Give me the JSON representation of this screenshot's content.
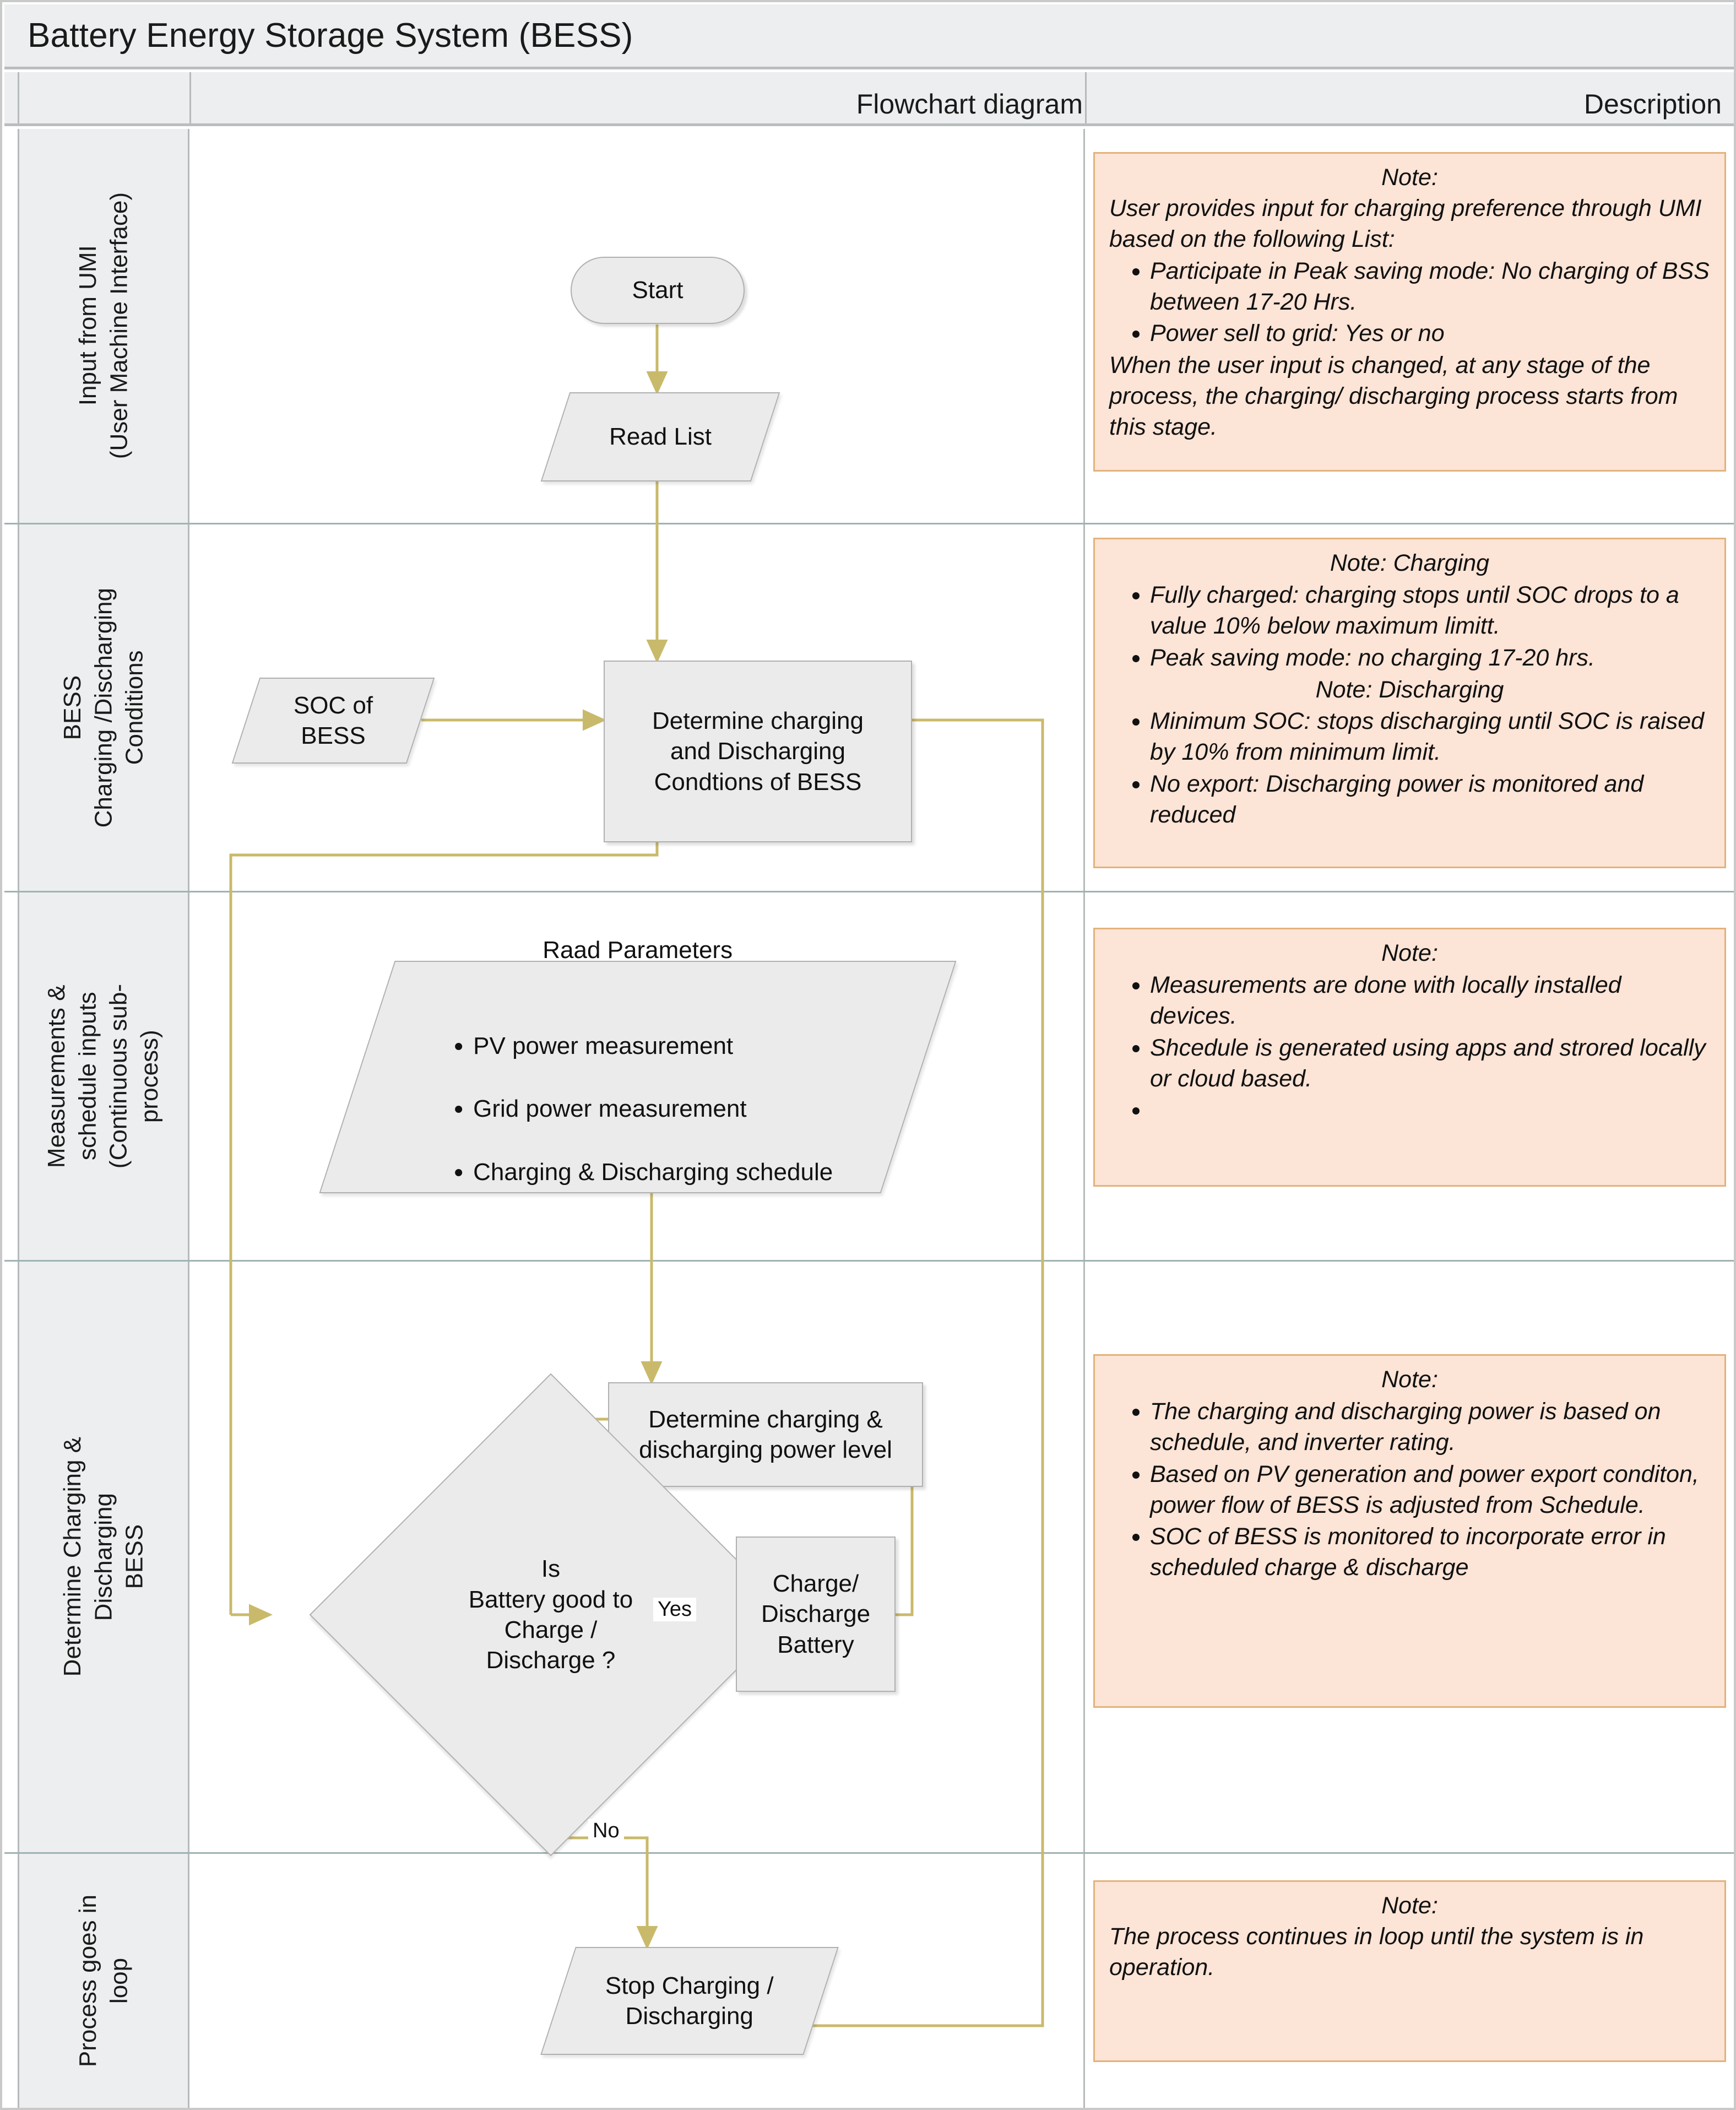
{
  "title": "Battery Energy Storage System (BESS)",
  "columns": {
    "flowchart": "Flowchart diagram",
    "description": "Description"
  },
  "colors": {
    "shape_fill": "#ebebeb",
    "shape_border": "#b0b0b0",
    "connector": "#c9ba6b",
    "note_fill": "#fce4d6",
    "note_border": "#e3b27c",
    "header_fill": "#eceeef",
    "divider": "#9fb3b2"
  },
  "rows": [
    {
      "label": "Input from UMI\n(User Machine Interface)",
      "note": {
        "heading": "Note:",
        "intro": "User provides input for charging preference through UMI based on the following List:",
        "bullets": [
          "Participate in Peak saving mode: No charging of BSS  between 17-20 Hrs.",
          "Power sell to grid: Yes or no"
        ],
        "outro": "When the user input is changed, at any stage of the process, the charging/ discharging process starts from this stage."
      }
    },
    {
      "label": "BESS\nCharging /Discharging\nConditions",
      "note": {
        "heading": "Note: Charging",
        "bullets": [
          "Fully charged: charging stops until SOC drops to a value 10% below maximum limitt.",
          "Peak saving mode: no charging 17-20 hrs."
        ],
        "heading2": "Note: Discharging",
        "bullets2": [
          "Minimum SOC: stops discharging until SOC is raised by 10% from minimum limit.",
          "No export:  Discharging power is monitored and reduced"
        ]
      }
    },
    {
      "label": "Measurements &\nschedule inputs\n(Continuous sub-\nprocess)",
      "note": {
        "heading": "Note:",
        "bullets": [
          "Measurements are done with locally installed devices.",
          "Shcedule is generated using apps and strored locally or cloud based.",
          ""
        ]
      }
    },
    {
      "label": "Determine Charging &\nDischarging\nBESS",
      "note": {
        "heading": "Note:",
        "bullets": [
          "The charging and discharging power is  based on schedule, and  inverter rating.",
          "Based on PV generation and power export conditon, power flow of BESS is adjusted from Schedule.",
          "SOC of BESS is monitored to incorporate error in scheduled charge & discharge"
        ]
      }
    },
    {
      "label": "Process goes in\nloop",
      "note": {
        "heading": "Note:",
        "outro": "The process continues in loop until the system is in operation."
      }
    }
  ],
  "nodes": {
    "start": "Start",
    "read_list": "Read List",
    "soc_of_bess": "SOC of\nBESS",
    "determine_conditions": "Determine charging\nand Discharging\nCondtions  of BESS",
    "read_parameters_title": "Raad Parameters",
    "read_parameters_items": [
      "PV power measurement",
      "Grid power measurement",
      "Charging &  Discharging schedule"
    ],
    "determine_power_level": "Determine charging  &\ndischarging  power level",
    "decision": "Is\nBattery good to\nCharge /\nDischarge ?",
    "charge_discharge_battery": "Charge/\nDischarge\nBattery",
    "stop_charging": "Stop Charging /\nDischarging"
  },
  "edge_labels": {
    "yes": "Yes",
    "no": "No"
  }
}
